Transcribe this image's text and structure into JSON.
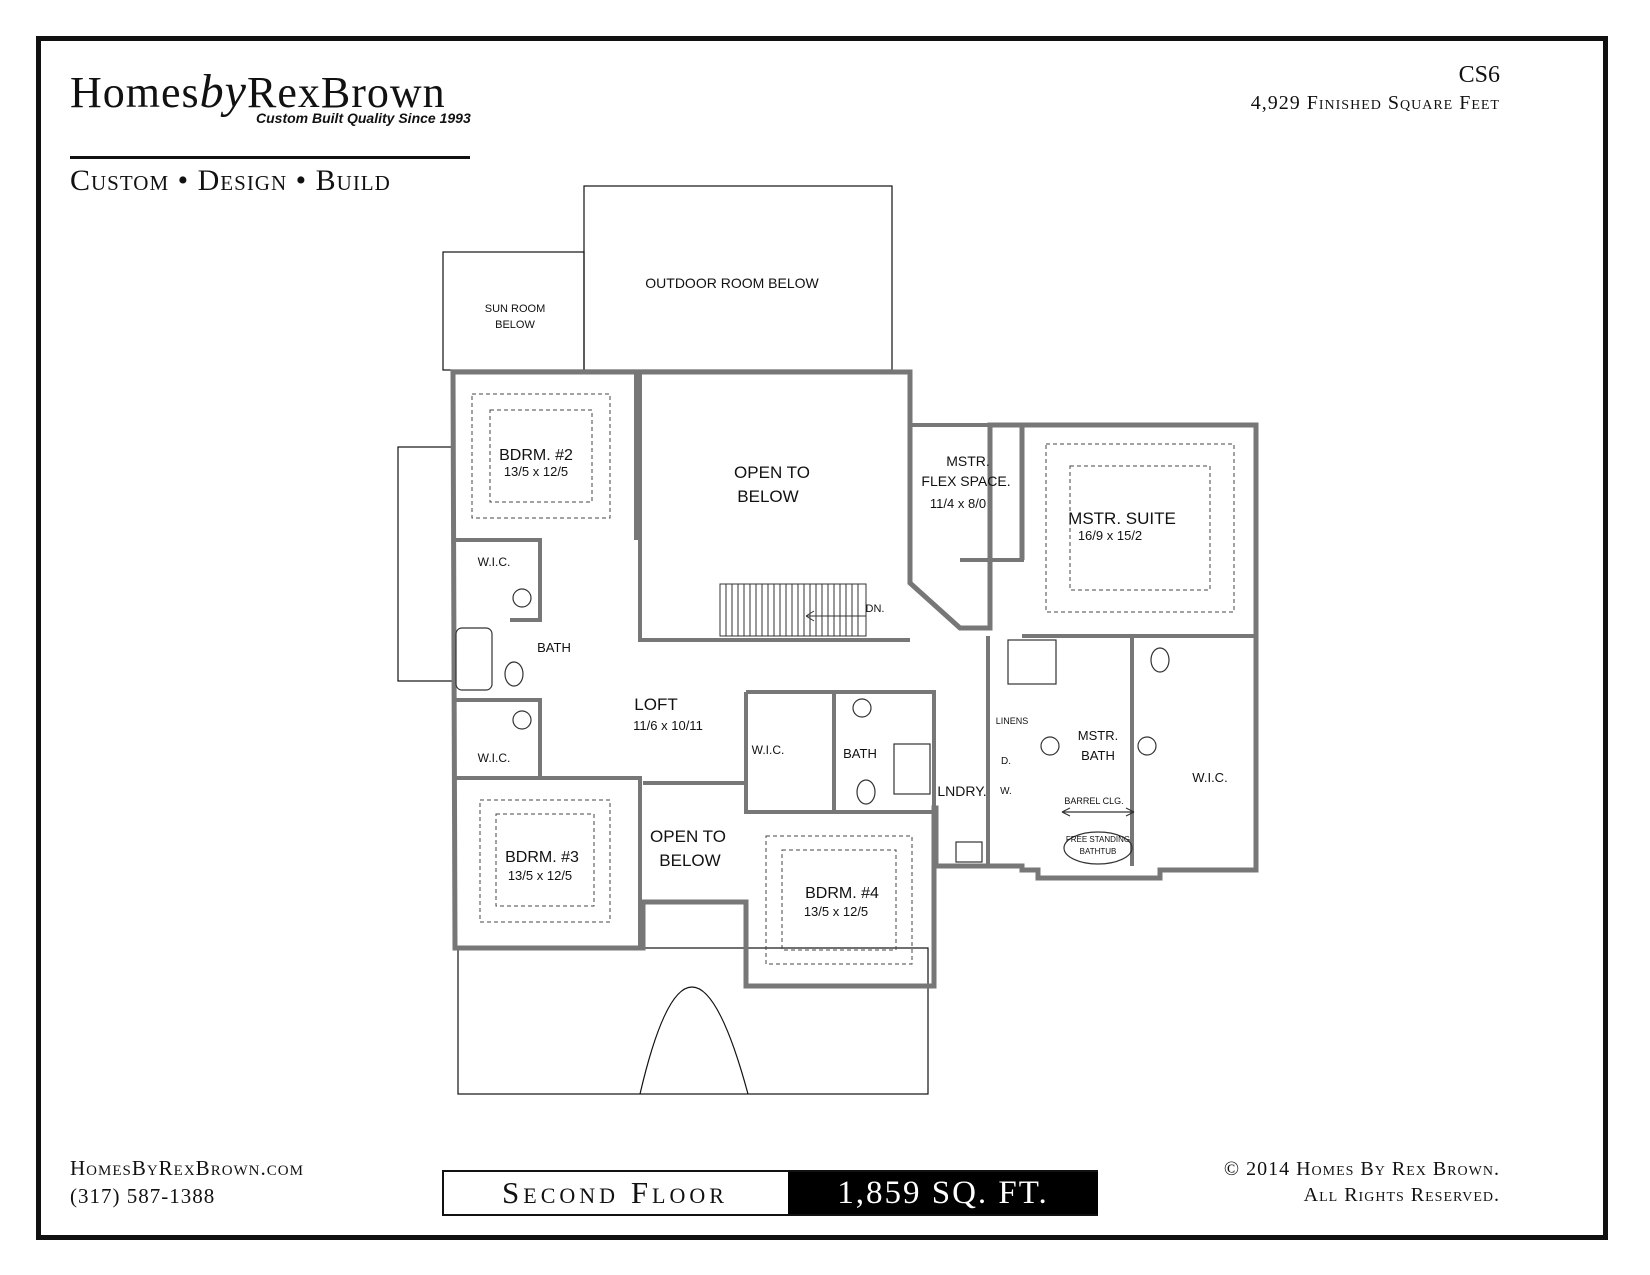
{
  "header": {
    "brand_homes": "Homes",
    "brand_by": "by",
    "brand_rexbrown": "RexBrown",
    "brand_tagline": "Custom Built Quality Since 1993",
    "brand_sub": "Custom • Design • Build",
    "plan_code": "CS6",
    "plan_sqft": "4,929 Finished Square Feet"
  },
  "rooms": {
    "sun_room_line1": "SUN ROOM",
    "sun_room_line2": "BELOW",
    "outdoor_room": "OUTDOOR ROOM BELOW",
    "bdrm2": "BDRM. #2",
    "bdrm2_size": "13/5 x 12/5",
    "open_to_1": "OPEN TO",
    "below_1": "BELOW",
    "mstr_flex_line1": "MSTR.",
    "mstr_flex_line2": "FLEX SPACE.",
    "mstr_flex_size": "11/4 x 8/0",
    "mstr_suite": "MSTR. SUITE",
    "mstr_suite_size": "16/9 x 15/2",
    "wic_1": "W.I.C.",
    "dn": "DN.",
    "bath_1": "BATH",
    "loft": "LOFT",
    "loft_size": "11/6 x 10/11",
    "wic_2": "W.I.C.",
    "bath_2": "BATH",
    "wic_3": "W.I.C.",
    "linens": "LINENS",
    "laundry": "LNDRY.",
    "d_label": "D.",
    "w_label": "W.",
    "mstr_bath_line1": "MSTR.",
    "mstr_bath_line2": "BATH",
    "wic_4": "W.I.C.",
    "barrel_clg": "BARREL CLG.",
    "tub_line1": "FREE STANDING",
    "tub_line2": "BATHTUB",
    "bdrm3": "BDRM. #3",
    "bdrm3_size": "13/5 x 12/5",
    "open_to_2": "OPEN TO",
    "below_2": "BELOW",
    "bdrm4": "BDRM. #4",
    "bdrm4_size": "13/5 x 12/5"
  },
  "footer": {
    "website": "HomesByRexBrown.com",
    "phone": "(317) 587-1388",
    "floor_name": "Second Floor",
    "floor_sqft": "1,859 SQ. FT.",
    "copyright_line1": "© 2014 Homes By Rex Brown.",
    "copyright_line2": "All Rights Reserved."
  }
}
